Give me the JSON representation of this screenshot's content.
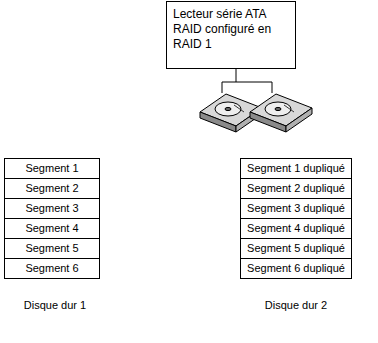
{
  "diagram": {
    "nodes": [
      {
        "text": [
          "Lecteur série ATA RAID configuré en RAID 1"
        ]
      },
      {
        "text": [
          "Segment 1"
        ]
      },
      {
        "text": [
          "Segment 2"
        ]
      },
      {
        "text": [
          "Segment 3"
        ]
      },
      {
        "text": [
          "Segment 4"
        ]
      },
      {
        "text": [
          "Segment 5"
        ]
      },
      {
        "text": [
          "Segment 6"
        ]
      },
      {
        "text": [
          "Segment 1 dupliqué"
        ]
      },
      {
        "text": [
          "Segment 2 dupliqué"
        ]
      },
      {
        "text": [
          "Segment 3 dupliqué"
        ]
      },
      {
        "text": [
          "Segment 4 dupliqué"
        ]
      },
      {
        "text": [
          "Segment 5 dupliqué"
        ]
      },
      {
        "text": [
          "Segment 6 dupliqué"
        ]
      }
    ],
    "labels": [
      "Disque dur 1",
      "Disque dur 2"
    ]
  }
}
